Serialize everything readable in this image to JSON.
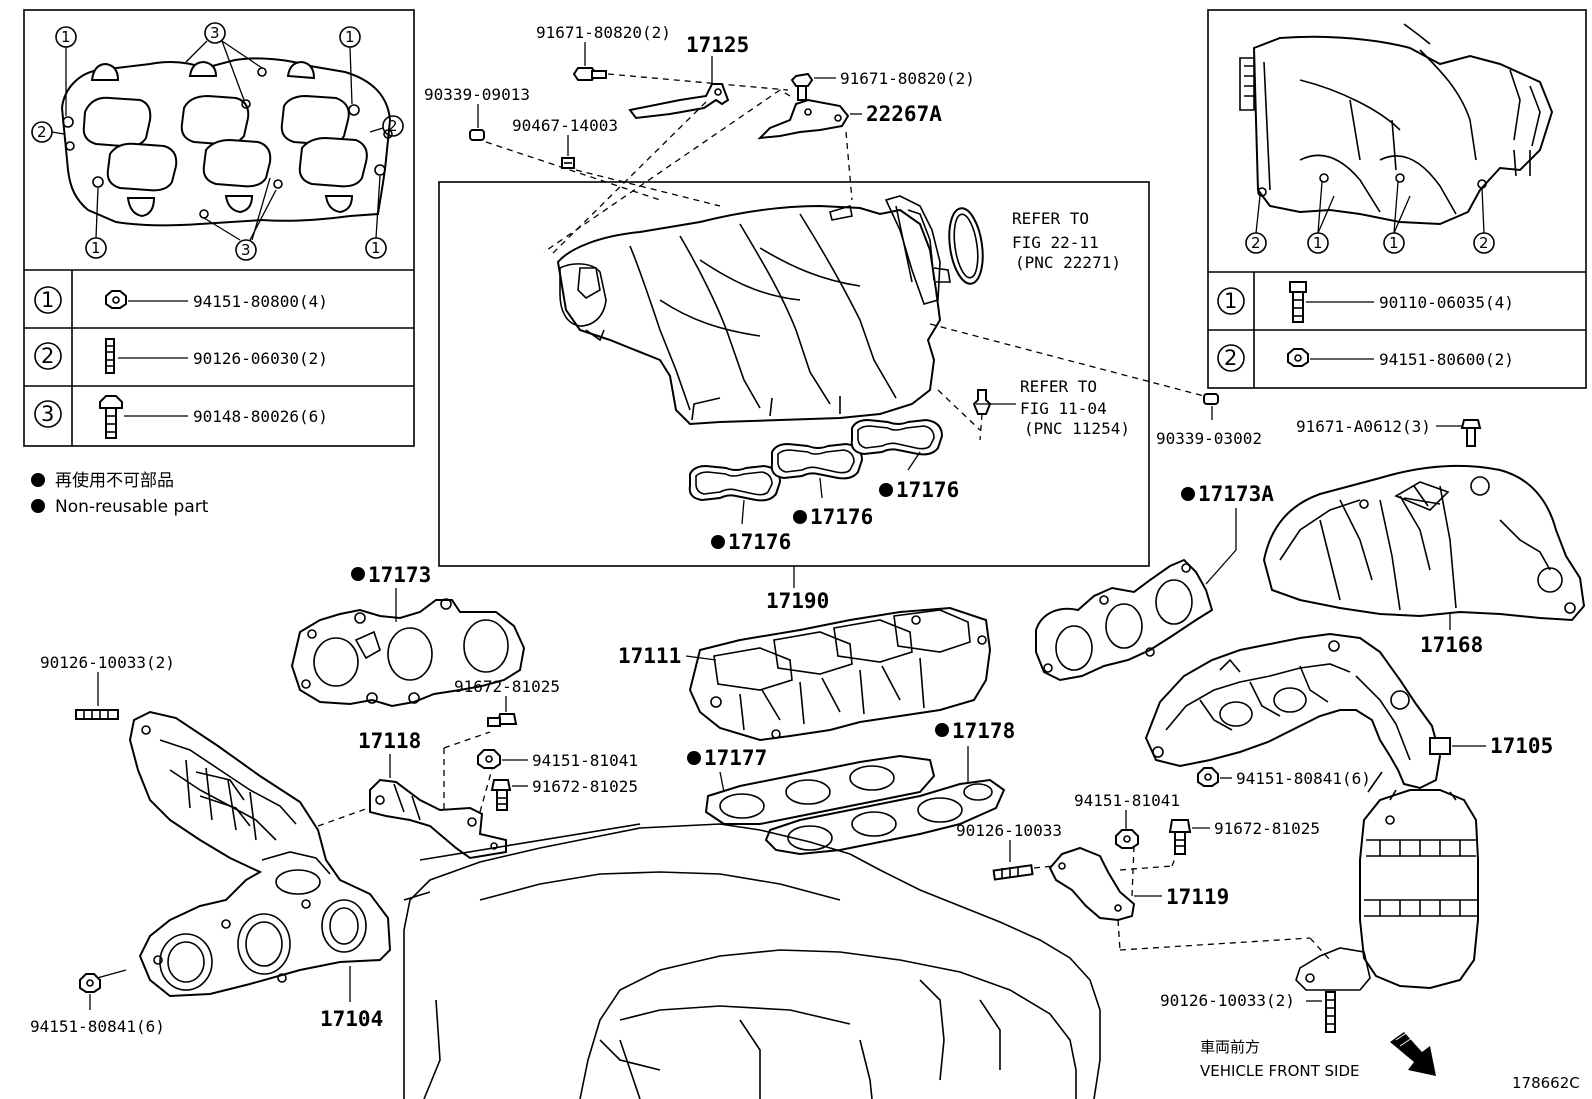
{
  "diagram_id": "178662C",
  "legend": {
    "jp": "再使用不可部品",
    "en": "Non-reusable part"
  },
  "orientation": {
    "jp": "車両前方",
    "en": "VEHICLE FRONT SIDE"
  },
  "left_table": {
    "rows": [
      {
        "num": "1",
        "part": "94151-80800(4)"
      },
      {
        "num": "2",
        "part": "90126-06030(2)"
      },
      {
        "num": "3",
        "part": "90148-80026(6)"
      }
    ]
  },
  "right_table": {
    "rows": [
      {
        "num": "1",
        "part": "90110-06035(4)"
      },
      {
        "num": "2",
        "part": "94151-80600(2)"
      }
    ]
  },
  "refer_a": {
    "line1": "REFER TO",
    "line2": "FIG 22-11",
    "line3": "(PNC 22271)"
  },
  "refer_b": {
    "line1": "REFER TO",
    "line2": "FIG 11-04",
    "line3": "(PNC 11254)"
  },
  "labels": {
    "p91671_80820_a": "91671-80820(2)",
    "p91671_80820_b": "91671-80820(2)",
    "p17125": "17125",
    "p22267A": "22267A",
    "p90339_09013": "90339-09013",
    "p90467_14003": "90467-14003",
    "p90339_03002": "90339-03002",
    "p91671_A0612": "91671-A0612(3)",
    "p17176_a": "17176",
    "p17176_b": "17176",
    "p17176_c": "17176",
    "p17173A": "17173A",
    "p17173": "17173",
    "p17190": "17190",
    "p17168": "17168",
    "p17111": "17111",
    "p90126_10033_a": "90126-10033(2)",
    "p91672_81025_a": "91672-81025",
    "p17118": "17118",
    "p94151_81041_a": "94151-81041",
    "p91672_81025_b": "91672-81025",
    "p17177": "17177",
    "p17178": "17178",
    "p17105": "17105",
    "p94151_80841_a": "94151-80841(6)",
    "p94151_81041_b": "94151-81041",
    "p90126_10033_b": "90126-10033",
    "p91672_81025_c": "91672-81025",
    "p17119": "17119",
    "p90126_10033_c": "90126-10033(2)",
    "p94151_80841_b": "94151-80841(6)",
    "p17104": "17104"
  }
}
